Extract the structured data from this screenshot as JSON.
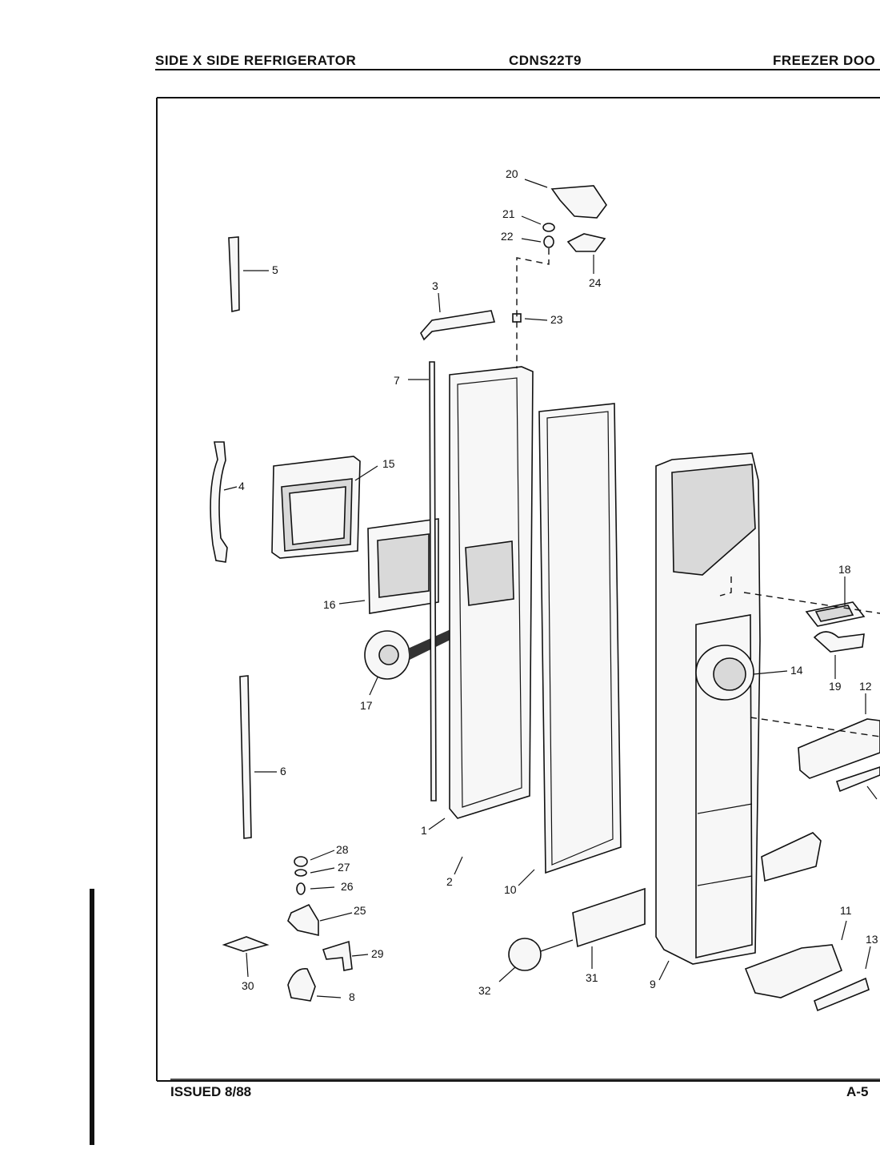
{
  "header": {
    "left": "SIDE X SIDE REFRIGERATOR",
    "center": "CDNS22T9",
    "right": "FREEZER DOO"
  },
  "footer": {
    "issued": "ISSUED 8/88",
    "page": "A-5"
  },
  "callouts": [
    "1",
    "2",
    "3",
    "4",
    "5",
    "6",
    "7",
    "8",
    "9",
    "10",
    "11",
    "12",
    "13",
    "14",
    "15",
    "16",
    "17",
    "18",
    "19",
    "20",
    "21",
    "22",
    "23",
    "24",
    "25",
    "26",
    "27",
    "28",
    "29",
    "30",
    "31",
    "32"
  ]
}
